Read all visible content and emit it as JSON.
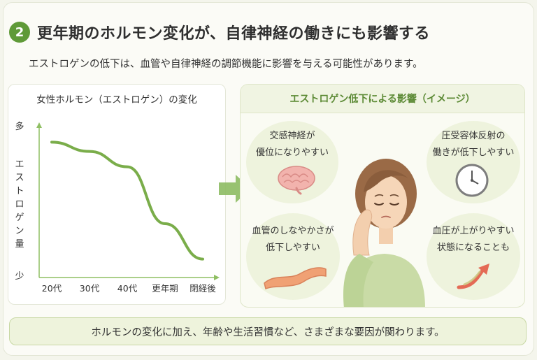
{
  "header": {
    "number": "2",
    "title": "更年期のホルモン変化が、自律神経の働きにも影響する"
  },
  "subtitle": "エストロゲンの低下は、血管や自律神経の調節機能に影響を与える可能性があります。",
  "chart": {
    "title": "女性ホルモン（エストロゲン）の変化",
    "y_top_label": "多",
    "y_bottom_label": "少",
    "y_axis_label": "エストロゲン量"
  },
  "chart_data": {
    "type": "line",
    "title": "女性ホルモン（エストロゲン）の変化",
    "xlabel": "",
    "ylabel": "エストロゲン量",
    "categories": [
      "20代",
      "30代",
      "40代",
      "更年期",
      "閉経後"
    ],
    "y_scale": "qualitative (少 to 多)",
    "color": "#7aad4a",
    "series": [
      {
        "values": [
          0.88,
          0.82,
          0.72,
          0.35,
          0.12
        ]
      }
    ]
  },
  "effects": {
    "title": "エストロゲン低下による影響（イメージ）",
    "items": [
      {
        "line1": "交感神経が",
        "line2": "優位になりやすい",
        "icon": "brain-icon"
      },
      {
        "line1": "圧受容体反射の",
        "line2": "働きが低下しやすい",
        "icon": "clock-icon"
      },
      {
        "line1": "血管のしなやかさが",
        "line2": "低下しやすい",
        "icon": "blood-vessel-icon"
      },
      {
        "line1": "血圧が上がりやすい",
        "line2": "状態になることも",
        "icon": "rising-arrow-icon"
      }
    ]
  },
  "footer": {
    "text": "ホルモンの変化に加え、年齢や生活習慣など、さまざまな要因が関わります。"
  }
}
